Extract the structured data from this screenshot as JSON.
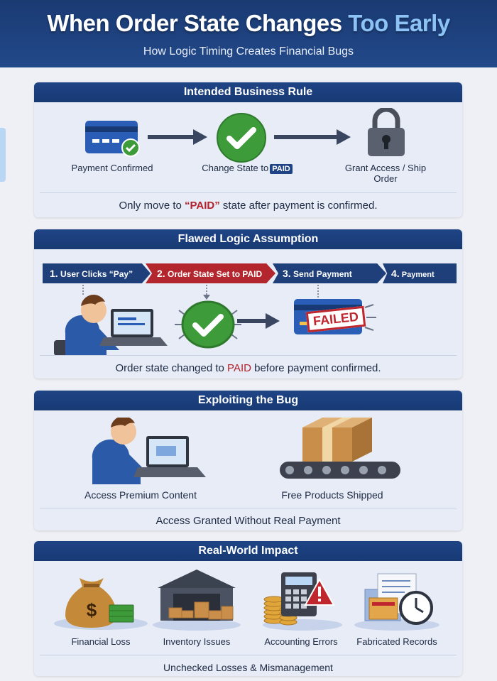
{
  "header": {
    "title_main": "When Order State Changes ",
    "title_highlight": "Too Early",
    "subtitle": "How Logic Timing Creates Financial Bugs"
  },
  "intended": {
    "heading": "Intended Business Rule",
    "items": [
      {
        "label": "Payment Confirmed",
        "icon": "credit-card-check-icon"
      },
      {
        "label": "Change State to",
        "tag": "PAID",
        "icon": "check-circle-icon"
      },
      {
        "label": "Grant Access / Ship Order",
        "icon": "padlock-icon"
      }
    ],
    "footer_before": "Only move to ",
    "footer_highlight": "“PAID”",
    "footer_after": " state after payment is confirmed."
  },
  "flawed": {
    "heading": "Flawed Logic Assumption",
    "steps": [
      {
        "num": "1.",
        "label": "User Clicks “Pay”"
      },
      {
        "num": "2.",
        "label": "Order State Set to PAID"
      },
      {
        "num": "3.",
        "label": "Send Payment Request"
      },
      {
        "num": "4.",
        "label": "Payment Fails!"
      }
    ],
    "failed_stamp": "FAILED",
    "footer_before": "Order state changed to ",
    "footer_highlight": "PAID",
    "footer_after": " before payment confirmed."
  },
  "exploit": {
    "heading": "Exploiting the Bug",
    "items": [
      {
        "label": "Access Premium Content",
        "icon": "user-laptop-icon"
      },
      {
        "label": "Free Products Shipped",
        "icon": "package-conveyor-icon"
      }
    ],
    "footer": "Access Granted Without Real Payment"
  },
  "impact": {
    "heading": "Real-World Impact",
    "items": [
      {
        "label": "Financial Loss",
        "icon": "money-bag-icon"
      },
      {
        "label": "Inventory Issues",
        "icon": "warehouse-icon"
      },
      {
        "label": "Accounting Errors",
        "icon": "calculator-warning-icon"
      },
      {
        "label": "Fabricated Records",
        "icon": "documents-clock-icon"
      }
    ],
    "footer": "Unchecked Losses & Mismanagement"
  },
  "colors": {
    "navy": "#1f4485",
    "header_bg": "#1a3a72",
    "accent_red": "#b3202a",
    "check_green": "#3d9b3a",
    "highlight_blue": "#8cc2f5"
  }
}
